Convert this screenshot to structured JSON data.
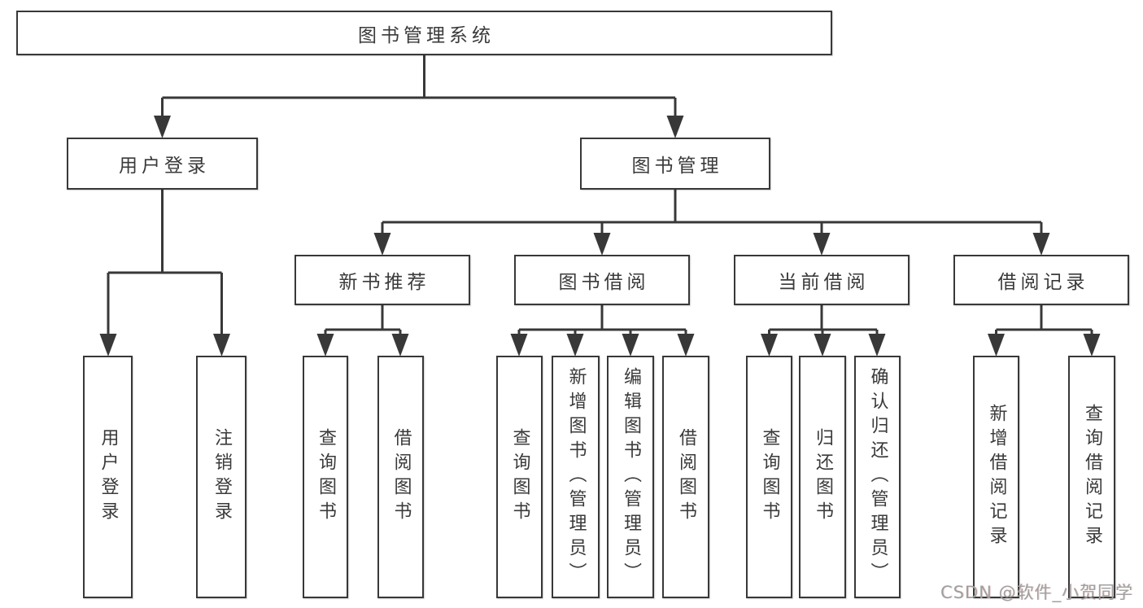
{
  "diagram": {
    "root": {
      "label": "图书管理系统",
      "children": [
        {
          "label": "用户登录",
          "children": [
            {
              "label": "用户登录"
            },
            {
              "label": "注销登录"
            }
          ]
        },
        {
          "label": "图书管理",
          "children": [
            {
              "label": "新书推荐",
              "children": [
                {
                  "label": "查询图书"
                },
                {
                  "label": "借阅图书"
                }
              ]
            },
            {
              "label": "图书借阅",
              "children": [
                {
                  "label": "查询图书"
                },
                {
                  "label": "新增图书（管理员）"
                },
                {
                  "label": "编辑图书（管理员）"
                },
                {
                  "label": "借阅图书"
                }
              ]
            },
            {
              "label": "当前借阅",
              "children": [
                {
                  "label": "查询图书"
                },
                {
                  "label": "归还图书"
                },
                {
                  "label": "确认归还（管理员）"
                }
              ]
            },
            {
              "label": "借阅记录",
              "children": [
                {
                  "label": "新增借阅记录"
                },
                {
                  "label": "查询借阅记录"
                }
              ]
            }
          ]
        }
      ]
    }
  },
  "colors": {
    "line": "#383838",
    "box_border": "#383838",
    "text": "#3a3a3a",
    "watermark": "#a0a0a0"
  },
  "watermark": {
    "text": "CSDN @软件_小贺同学"
  }
}
